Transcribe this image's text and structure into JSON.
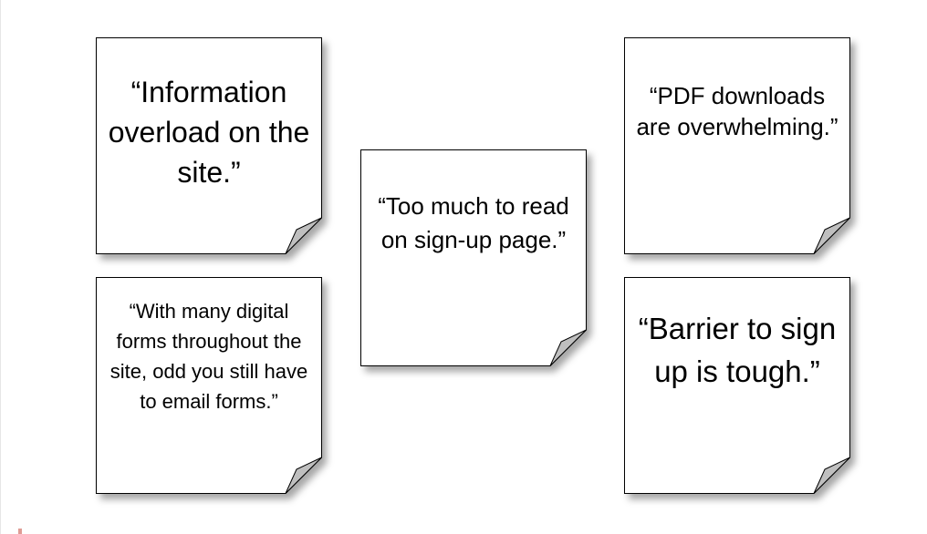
{
  "notes": [
    {
      "text": "“Information overload on the site.”"
    },
    {
      "text": "“PDF downloads are overwhelming.”"
    },
    {
      "text": "“Too much to read on sign-up page.”"
    },
    {
      "text": "“With many digital forms throughout the site, odd you still have to email forms.”"
    },
    {
      "text": "“Barrier to sign up is tough.”"
    }
  ],
  "colors": {
    "paper": "#ffffff",
    "border": "#000000",
    "fold": "#bfbfbf",
    "shadow": "#9a9a9a"
  }
}
